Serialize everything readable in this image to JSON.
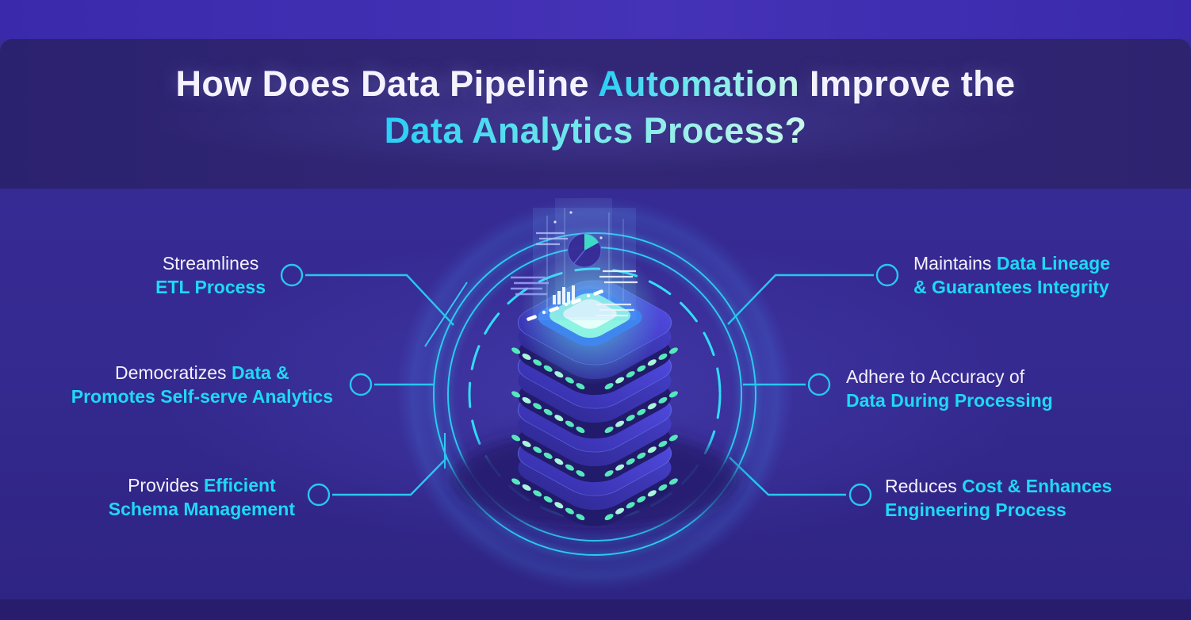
{
  "title": {
    "l1a": "How Does Data Pipeline ",
    "l1b": "Automation",
    "l1c": " Improve the",
    "l2": "Data Analytics Process?"
  },
  "labels": {
    "tl": {
      "w1": "Streamlines",
      "c1": "",
      "c2": "ETL Process"
    },
    "ml": {
      "w1": "Democratizes ",
      "c1": "Data &",
      "c2": "Promotes Self-serve Analytics"
    },
    "bl": {
      "w1": "Provides ",
      "c1": "Efficient",
      "c2": "Schema Management"
    },
    "tr": {
      "w1": "Maintains ",
      "c1": "Data Lineage",
      "c2": "& Guarantees Integrity"
    },
    "mr": {
      "w1": "Adhere to Accuracy of",
      "c1": "",
      "c2": "Data During Processing"
    },
    "br": {
      "w1": "Reduces ",
      "c1": "Cost & Enhances",
      "c2": "Engineering Process"
    }
  },
  "icons": {
    "center": "database-stack-icon",
    "hologram": "analytics-hologram-icon",
    "pie": "pie-chart-icon"
  },
  "colors": {
    "background": "#352a90",
    "title_band": "#2d236f",
    "top_strip": "#3a2aab",
    "bottom_strip": "#281d6c",
    "accent_cyan": "#1ed9f4",
    "gradient_mint": "#c9f8e8",
    "ring_cyan": "#2ec9f0",
    "dot_teal": "#56e8bb",
    "text_white": "#f4f0fd"
  }
}
